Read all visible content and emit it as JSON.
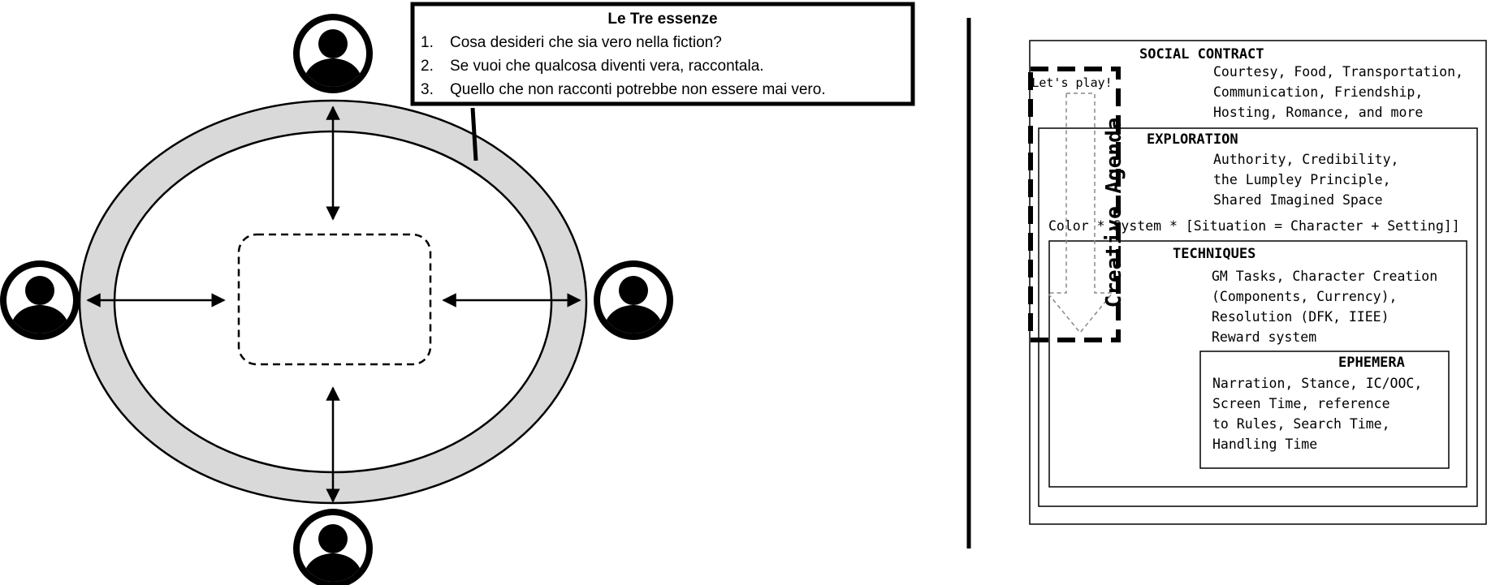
{
  "callout": {
    "title": "Le Tre essenze",
    "items": [
      {
        "num": "1.",
        "text": "Cosa desideri che sia vero nella fiction?"
      },
      {
        "num": "2.",
        "text": "Se vuoi che qualcosa diventi vera, raccontala."
      },
      {
        "num": "3.",
        "text": "Quello che non racconti potrebbe non essere mai vero."
      }
    ]
  },
  "model": {
    "social_contract": {
      "title": "SOCIAL CONTRACT",
      "lines": [
        "Courtesy, Food, Transportation,",
        "Communication, Friendship,",
        "Hosting, Romance, and more"
      ]
    },
    "exploration": {
      "title": "EXPLORATION",
      "lines": [
        "Authority, Credibility,",
        "the Lumpley Principle,",
        "Shared Imagined Space"
      ]
    },
    "formula": "Color * System * [Situation = Character + Setting]]",
    "techniques": {
      "title": "TECHNIQUES",
      "lines": [
        "GM Tasks, Character Creation",
        "(Components, Currency),",
        "Resolution (DFK, IIEE)",
        "Reward system"
      ]
    },
    "ephemera": {
      "title": "EPHEMERA",
      "lines": [
        "Narration, Stance, IC/OOC,",
        "Screen Time, reference",
        "to Rules, Search Time,",
        "Handling Time"
      ]
    },
    "lets_play": "Let's play!",
    "creative_agenda": "Creative Agenda"
  },
  "colors": {
    "ring": "#d9d9d9",
    "stroke": "#000000",
    "arrow_gray": "#888888"
  }
}
